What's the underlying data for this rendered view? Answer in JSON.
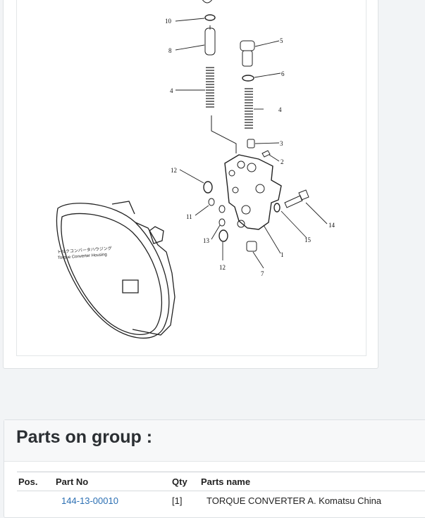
{
  "diagram": {
    "callouts": [
      "10",
      "8",
      "5",
      "6",
      "4",
      "4",
      "3",
      "2",
      "12",
      "11",
      "13",
      "12",
      "7",
      "1",
      "15",
      "14"
    ],
    "housing_label_jp": "トルクコンバータハウジング",
    "housing_label_en": "Torque Converter Housing"
  },
  "parts": {
    "title": "Parts on group :",
    "columns": [
      "Pos.",
      "Part No",
      "Qty",
      "Parts name"
    ],
    "rows": [
      {
        "pos": "",
        "part_no": "144-13-00010",
        "qty": "[1]",
        "name": "TORQUE CONVERTER A. Komatsu China"
      }
    ]
  }
}
